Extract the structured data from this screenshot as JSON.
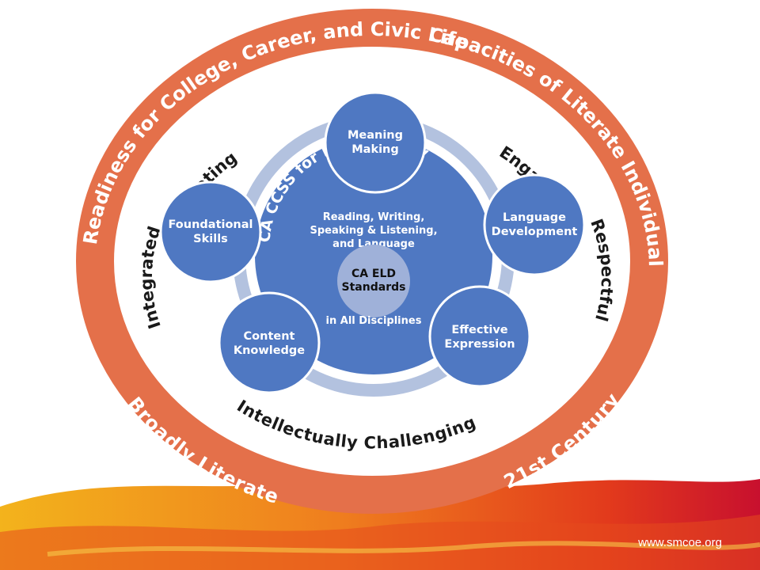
{
  "outer_ring": {
    "top_left": "Readiness for College, Career, and Civic Life",
    "top_right": "Capacities of Literate Individuals",
    "bottom_left": "Broadly Literate",
    "bottom_right": "21st Century"
  },
  "qualities": {
    "motivating": "Motivating",
    "engaging": "Engaging",
    "integrated": "Integrated",
    "respectful": "Respectful",
    "intellectually_challenging": "Intellectually Challenging"
  },
  "center": {
    "title": "CA CCSS for ELA/Literacy",
    "line1": "Reading, Writing,",
    "line2": "Speaking & Listening,",
    "line3": "and Language",
    "eld_line1": "CA ELD",
    "eld_line2": "Standards",
    "bottom": "in All Disciplines"
  },
  "themes": {
    "meaning_making": [
      "Meaning",
      "Making"
    ],
    "language_development": [
      "Language",
      "Development"
    ],
    "effective_expression": [
      "Effective",
      "Expression"
    ],
    "content_knowledge": [
      "Content",
      "Knowledge"
    ],
    "foundational_skills": [
      "Foundational",
      "Skills"
    ]
  },
  "colors": {
    "outer_ring": "#e4704a",
    "blue_circle": "#4f78c2",
    "light_ring": "#b3c2df",
    "eld_circle": "#9fb1d9"
  },
  "footer": {
    "url": "www.smcoe.org"
  }
}
